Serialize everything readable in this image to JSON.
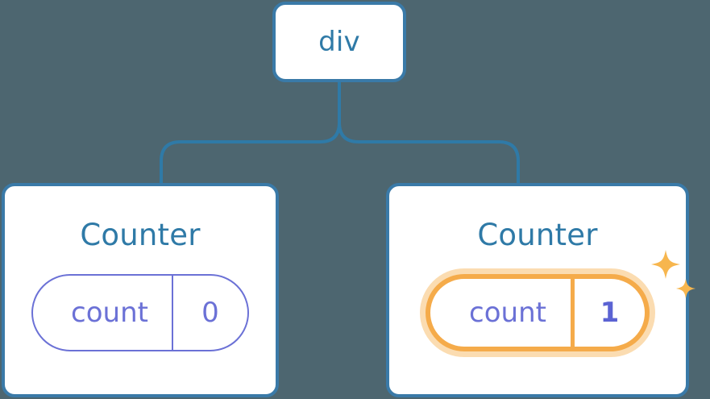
{
  "diagram": {
    "title": "react-component-tree-state-highlight",
    "background_color": "#4d6670",
    "node_border_color": "#3a7aa8",
    "node_text_color": "#2f7aa7",
    "state_color": "#6b71d6",
    "highlight_color": "#f5ab4a",
    "highlight_glow_color": "#fbdcb1",
    "connector_color": "#2f7aa7"
  },
  "root": {
    "label": "div"
  },
  "children": [
    {
      "label": "Counter",
      "state": {
        "key": "count",
        "value": "0",
        "highlighted": false
      }
    },
    {
      "label": "Counter",
      "state": {
        "key": "count",
        "value": "1",
        "highlighted": true
      },
      "sparkle_icons": [
        "sparkle-large",
        "sparkle-small"
      ]
    }
  ]
}
